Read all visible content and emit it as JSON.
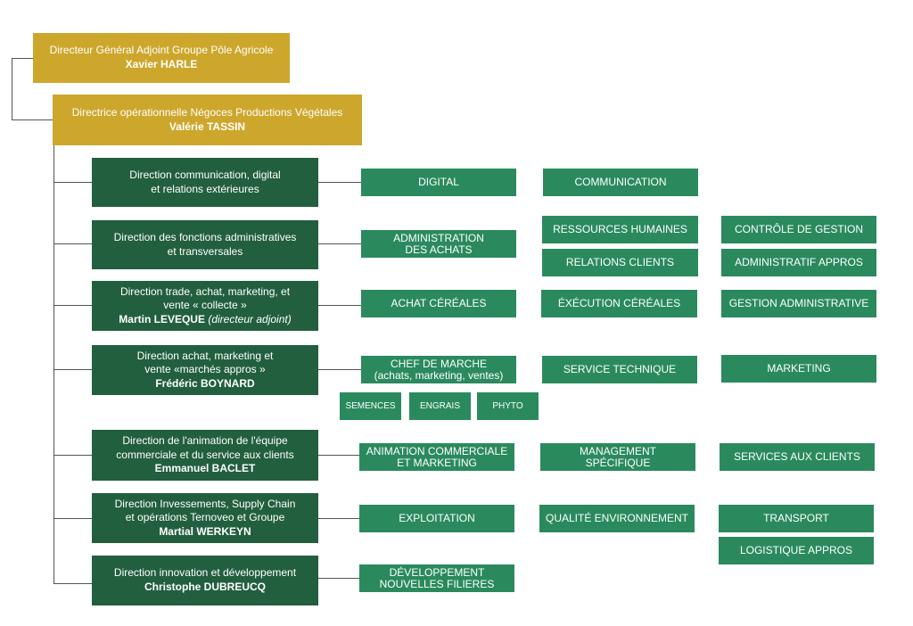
{
  "top": {
    "dga": {
      "title": "Directeur Général Adjoint Groupe Pôle Agricole",
      "name": "Xavier HARLE"
    },
    "dop": {
      "title": "Directrice opérationnelle Négoces Productions  Végétales",
      "name": "Valérie TASSIN"
    }
  },
  "directions": [
    {
      "line1": "Direction communication, digital",
      "line2": "et relations extérieures",
      "name": ""
    },
    {
      "line1": "Direction des fonctions administratives",
      "line2": "et transversales",
      "name": ""
    },
    {
      "line1": "Direction trade, achat, marketing, et",
      "line2": "vente « collecte »",
      "name": "Martin LEVEQUE",
      "note": "(directeur adjoint)"
    },
    {
      "line1": "Direction achat, marketing et",
      "line2": "vente «marchés appros »",
      "name": "Frédéric BOYNARD"
    },
    {
      "line1": "Direction de l'animation de l'équipe",
      "line2": "commerciale et du service aux clients",
      "name": "Emmanuel BACLET"
    },
    {
      "line1": "Direction Invessements, Supply Chain",
      "line2": "et opérations Ternoveo et Groupe",
      "name": "Martial WERKEYN"
    },
    {
      "line1": "Direction innovation et développement",
      "line2": "",
      "name": "Christophe DUBREUCQ"
    }
  ],
  "units": {
    "digital": "DIGITAL",
    "communication": "COMMUNICATION",
    "admin_achats_1": "ADMINISTRATION",
    "admin_achats_2": "DES ACHATS",
    "rh": "RESSOURCES HUMAINES",
    "controle": "CONTRÔLE DE GESTION",
    "relations": "RELATIONS CLIENTS",
    "admin_appros": "ADMINISTRATIF APPROS",
    "achat_cereales": "ACHAT CÉRÉALES",
    "execution": "ÉXÉCUTION CÉRÉALES",
    "gestion_admin": "GESTION ADMINISTRATIVE",
    "chef_1": "CHEF DE MARCHE",
    "chef_2": "(achats, marketing, ventes)",
    "service_tech": "SERVICE TECHNIQUE",
    "marketing": "MARKETING",
    "semences": "SEMENCES",
    "engrais": "ENGRAIS",
    "phyto": "PHYTO",
    "animation_1": "ANIMATION COMMERCIALE",
    "animation_2": "ET MARKETING",
    "management_1": "MANAGEMENT",
    "management_2": "SPÉCIFIQUE",
    "services_clients": "SERVICES AUX CLIENTS",
    "exploitation": "EXPLOITATION",
    "qualite": "QUALITÉ ENVIRONNEMENT",
    "transport": "TRANSPORT",
    "logistique": "LOGISTIQUE APPROS",
    "dev_1": "DÉVELOPPEMENT",
    "dev_2": "NOUVELLES FILIERES"
  }
}
